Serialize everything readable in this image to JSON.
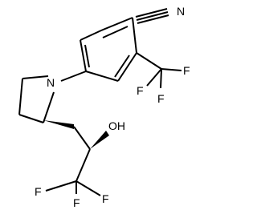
{
  "structure": {
    "atoms": {
      "nitrile_n": "N",
      "pyrrolidine_n": "N",
      "hydroxyl": "OH",
      "fluorines": [
        "F",
        "F",
        "F",
        "F",
        "F",
        "F"
      ]
    }
  }
}
